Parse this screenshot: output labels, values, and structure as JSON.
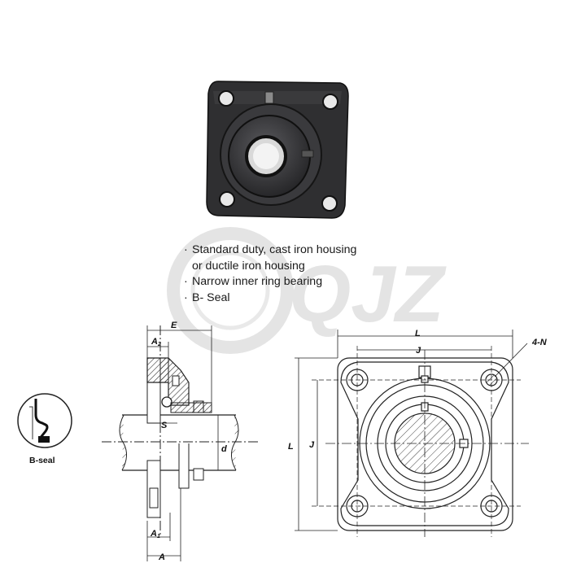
{
  "watermark": {
    "text": "QJZ",
    "color": "#c8c8c8"
  },
  "features": [
    "Standard duty, cast iron housing",
    "or ductile iron housing",
    "Narrow inner ring bearing",
    "B- Seal"
  ],
  "seal_detail": {
    "label": "B-seal"
  },
  "side_view": {
    "labels": {
      "E": "E",
      "A2": "A",
      "A2_sub": "2",
      "S": "S",
      "d": "d",
      "A1": "A",
      "A1_sub": "1",
      "A": "A"
    }
  },
  "front_view": {
    "labels": {
      "L_top": "L",
      "J_top": "J",
      "L_left": "L",
      "J_left": "J",
      "holes": "4-N"
    }
  },
  "colors": {
    "housing": "#2e2e30",
    "line": "#222222",
    "watermark": "#c8c8c8"
  }
}
